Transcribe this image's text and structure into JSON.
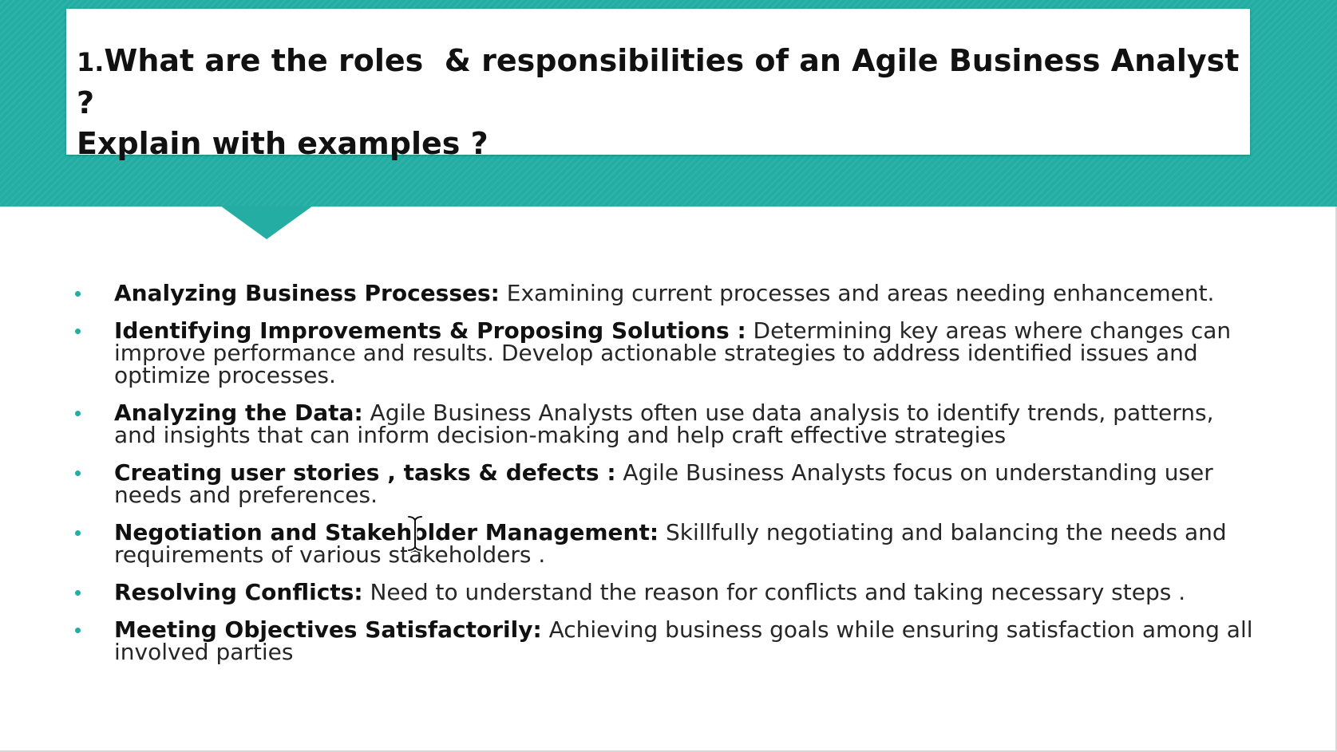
{
  "slide": {
    "title_number": "1.",
    "title": "What are the roles  & responsibilities of an Agile Business Analyst  ?\nExplain with examples ?",
    "accent_color": "#23ada3",
    "bullets": [
      {
        "heading": "Analyzing Business Processes:",
        "text": " Examining current processes and areas needing enhancement."
      },
      {
        "heading": "Identifying Improvements & Proposing Solutions :",
        "text": " Determining key areas where changes can improve performance and results. Develop actionable strategies to address identified issues and optimize processes."
      },
      {
        "heading": "Analyzing the Data:",
        "text": " Agile Business Analysts often use data analysis to identify trends, patterns, and insights that can inform decision-making and help craft effective strategies"
      },
      {
        "heading": "Creating user stories , tasks & defects :",
        "text": " Agile Business Analysts focus on understanding user needs and preferences."
      },
      {
        "heading": "Negotiation and Stakeholder Management:",
        "text": " Skillfully negotiating and balancing the needs and requirements of various stakeholders ."
      },
      {
        "heading": "Resolving Conflicts:",
        "text": " Need to understand the reason for conflicts and taking necessary steps ."
      },
      {
        "heading": "Meeting Objectives Satisfactorily:",
        "text": " Achieving business goals while ensuring satisfaction among all involved parties"
      }
    ]
  },
  "cursor": {
    "icon": "text-cursor-icon"
  }
}
